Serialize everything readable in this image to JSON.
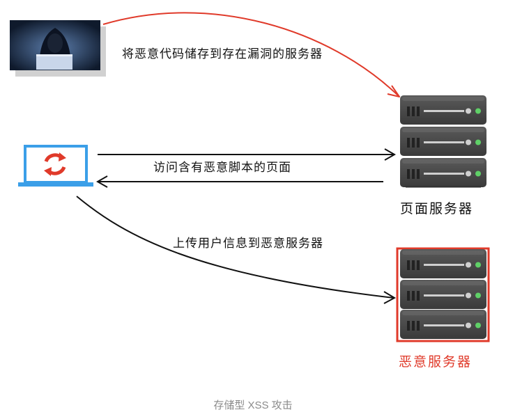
{
  "labels": {
    "store_malicious_code": "将恶意代码储存到存在漏洞的服务器",
    "visit_page": "访问含有恶意脚本的页面",
    "upload_user_info": "上传用户信息到恶意服务器"
  },
  "servers": {
    "page_server": "页面服务器",
    "malicious_server": "恶意服务器"
  },
  "caption": "存储型 XSS 攻击",
  "colors": {
    "attack_arrow": "#e03a2a",
    "malicious_server_border": "#e03a2a",
    "malicious_server_label": "#e03a2a",
    "laptop": "#3b9fe8",
    "reload_icon": "#e03a2a",
    "server_body": "#4a4a4a",
    "led": "#5fd067"
  },
  "icons": {
    "hacker": "hacker-photo",
    "laptop": "laptop-icon",
    "reload": "reload-icon",
    "server": "server-rack-icon"
  }
}
